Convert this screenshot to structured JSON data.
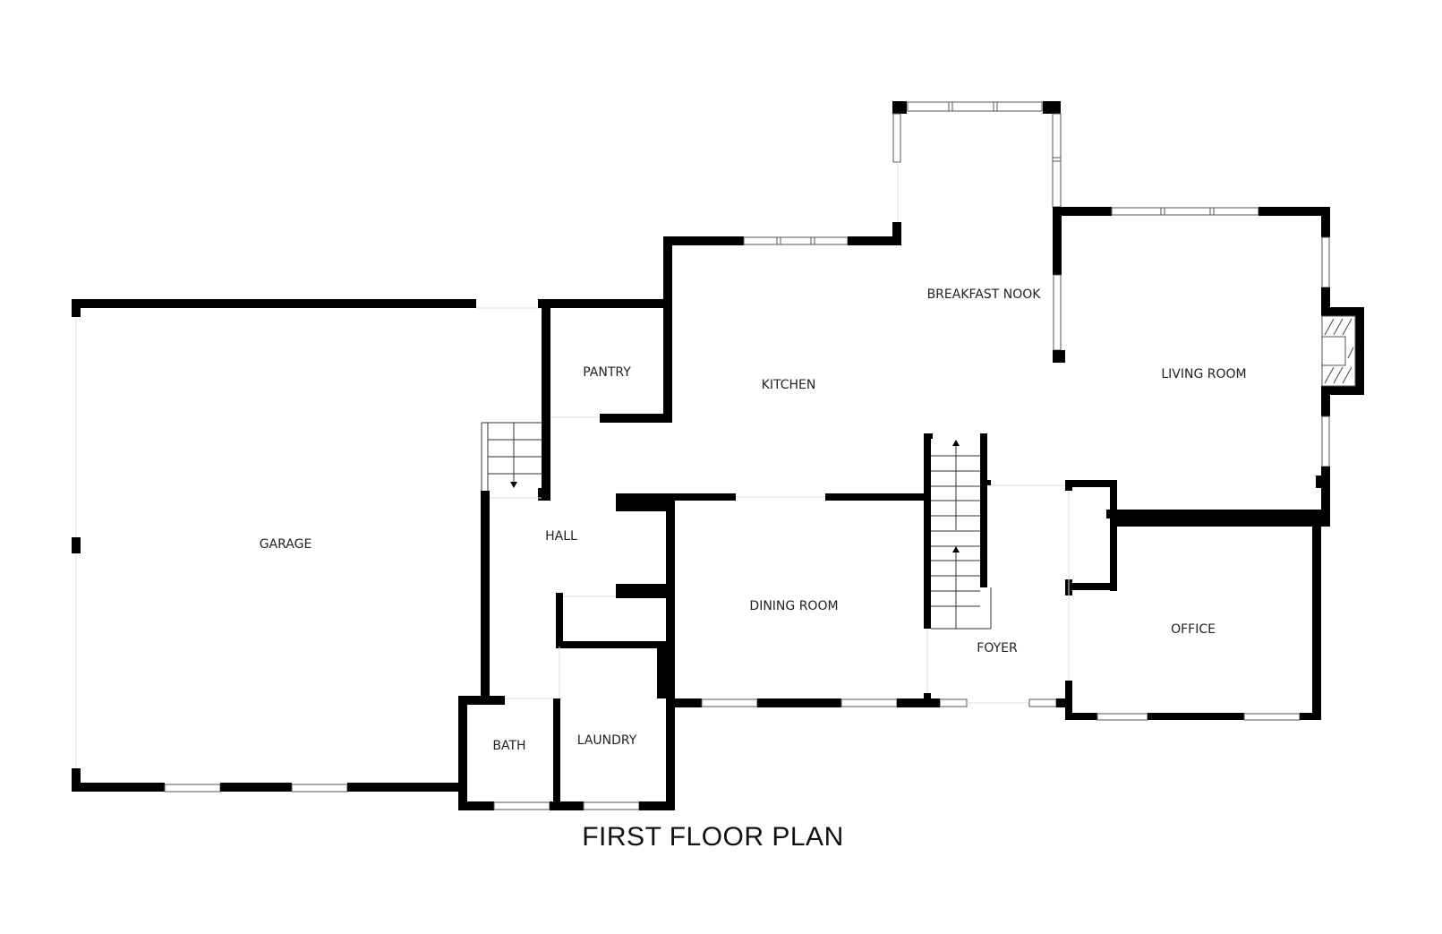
{
  "title": "FIRST FLOOR PLAN",
  "rooms": {
    "garage": "GARAGE",
    "pantry": "PANTRY",
    "kitchen": "KITCHEN",
    "breakfast_nook": "BREAKFAST NOOK",
    "living_room": "LIVING ROOM",
    "hall": "HALL",
    "dining_room": "DINING ROOM",
    "foyer": "FOYER",
    "office": "OFFICE",
    "bath": "BATH",
    "laundry": "LAUNDRY"
  },
  "colors": {
    "wall": "#000000",
    "background": "#ffffff",
    "label": "#222222"
  }
}
